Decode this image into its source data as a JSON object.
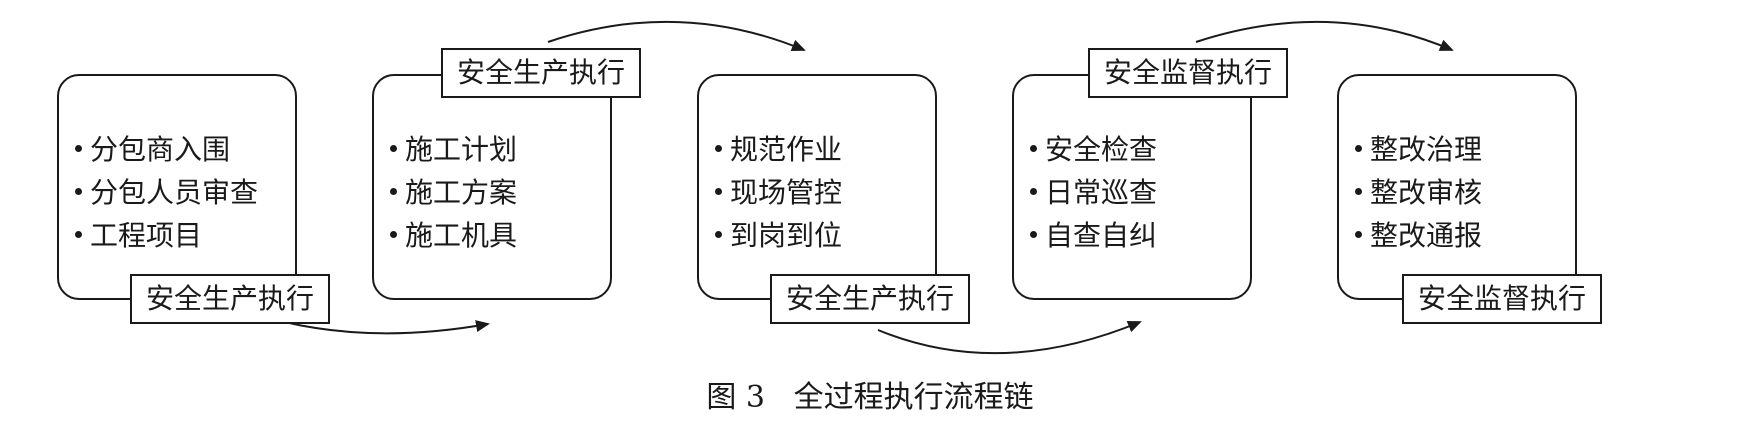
{
  "stages": [
    {
      "items": [
        "分包商入围",
        "分包人员审查",
        "工程项目"
      ]
    },
    {
      "items": [
        "施工计划",
        "施工方案",
        "施工机具"
      ]
    },
    {
      "items": [
        "规范作业",
        "现场管控",
        "到岗到位"
      ]
    },
    {
      "items": [
        "安全检查",
        "日常巡查",
        "自查自纠"
      ]
    },
    {
      "items": [
        "整改治理",
        "整改审核",
        "整改通报"
      ]
    }
  ],
  "phase_labels": [
    "安全生产执行",
    "安全生产执行",
    "安全生产执行",
    "安全监督执行",
    "安全监督执行"
  ],
  "caption": {
    "figure_number": "图 3",
    "title": "全过程执行流程链"
  },
  "colors": {
    "stroke": "#1a1a1a",
    "background": "#ffffff"
  }
}
